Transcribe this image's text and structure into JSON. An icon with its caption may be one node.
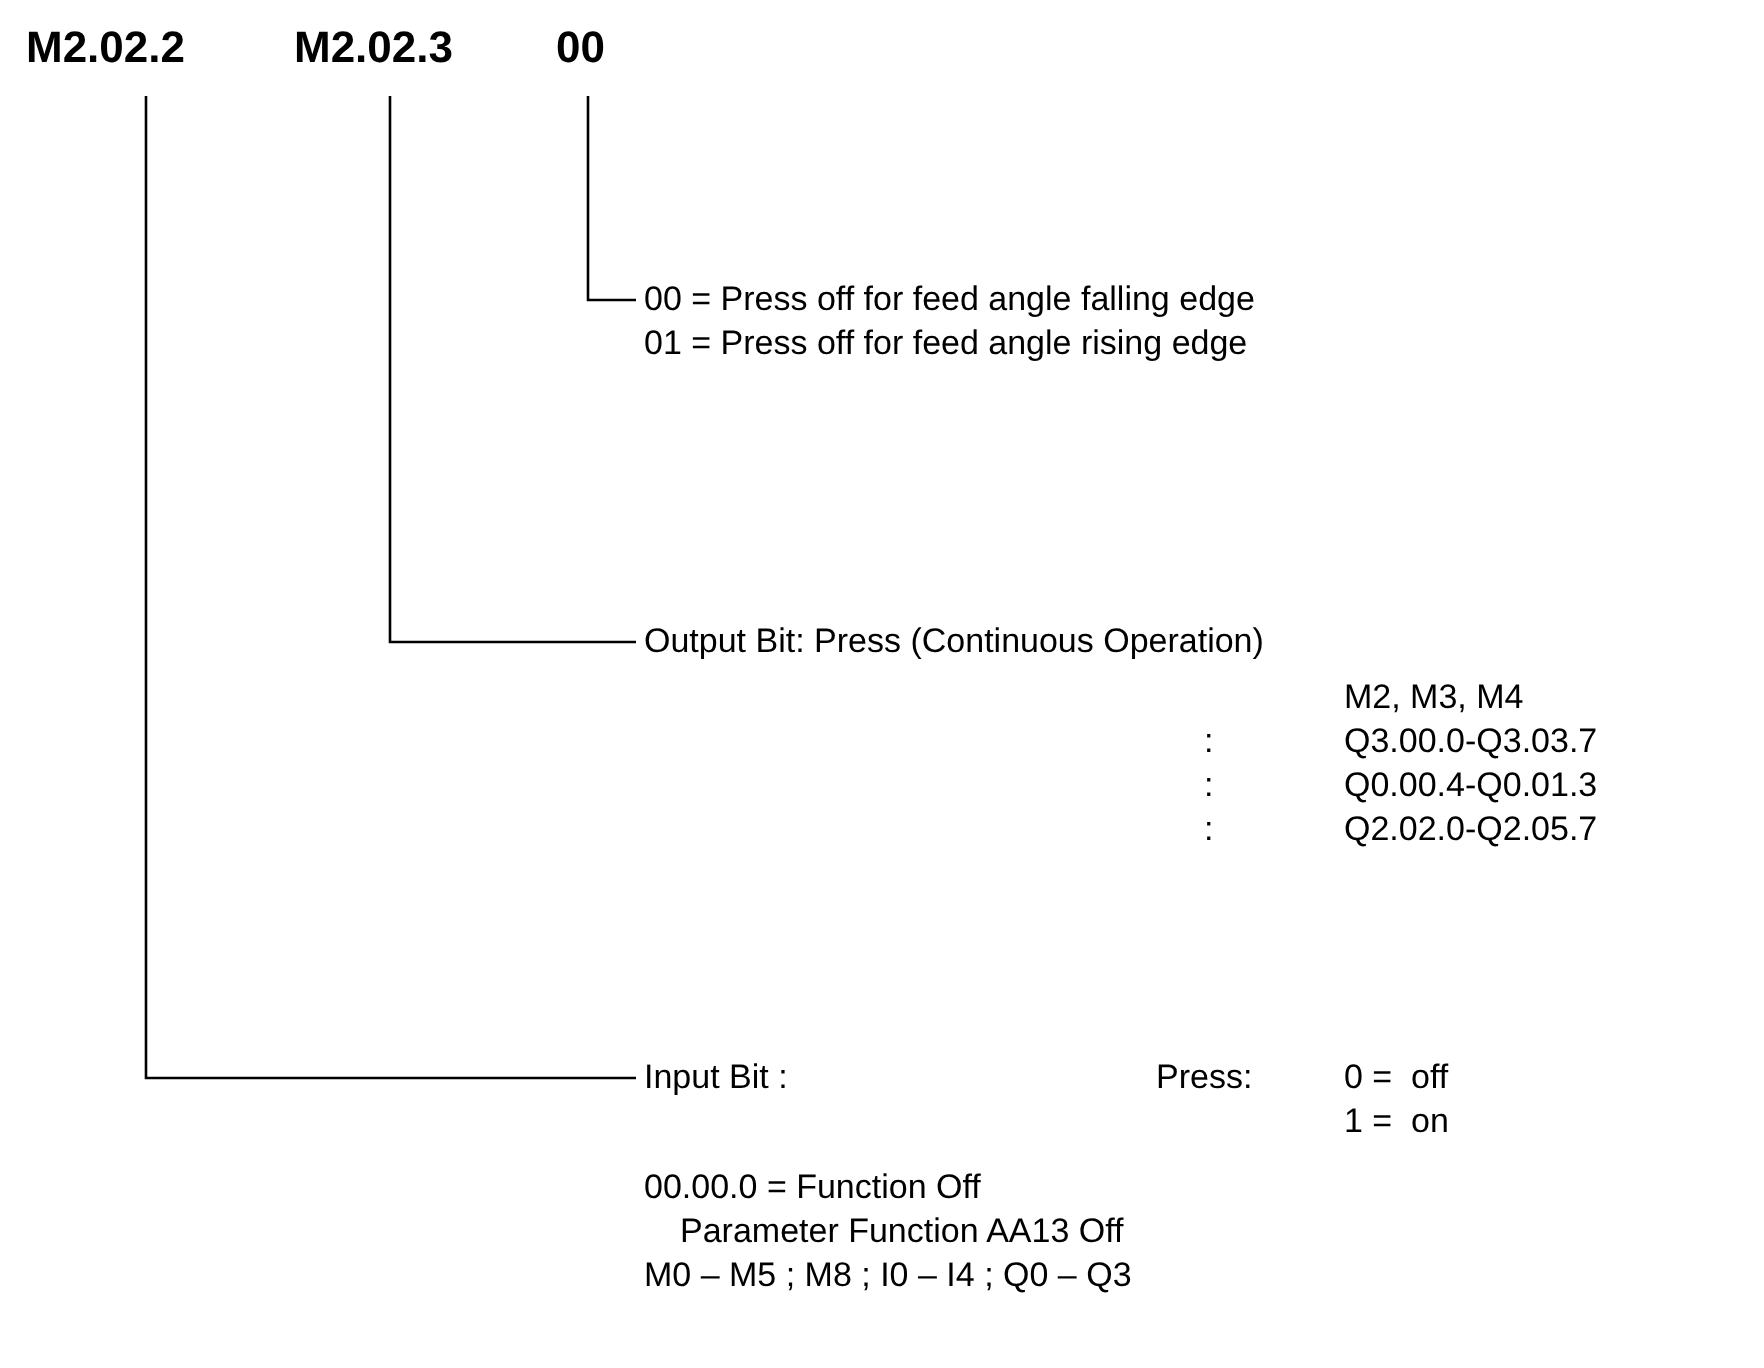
{
  "diagram": {
    "nodes": [
      {
        "text": [
          "M2.02.2"
        ]
      },
      {
        "text": [
          "M2.02.3"
        ]
      },
      {
        "text": [
          "00"
        ]
      },
      {
        "text": [
          "00 = Press off for feed angle falling edge",
          "01 = Press off for feed angle rising edge"
        ]
      },
      {
        "text": [
          "Output Bit: Press (Continuous Operation)"
        ]
      },
      {
        "text": [
          "Input Bit :"
        ]
      }
    ],
    "edges": [
      {
        "from": 2,
        "to": 3,
        "arrow": "none"
      },
      {
        "from": 1,
        "to": 4,
        "arrow": "none"
      },
      {
        "from": 0,
        "to": 5,
        "arrow": "none"
      }
    ],
    "labels": [
      "M2, M3, M4",
      ":",
      "Q3.00.0-Q3.03.7",
      ":",
      "Q0.00.4-Q0.01.3",
      ":",
      "Q2.02.0-Q2.05.7",
      "Press:",
      "0 =  off",
      "1 =  on",
      "00.00.0 = Function Off",
      "Parameter Function AA13 Off",
      "M0 – M5 ; M8 ; I0 – I4 ; Q0 – Q3"
    ]
  }
}
